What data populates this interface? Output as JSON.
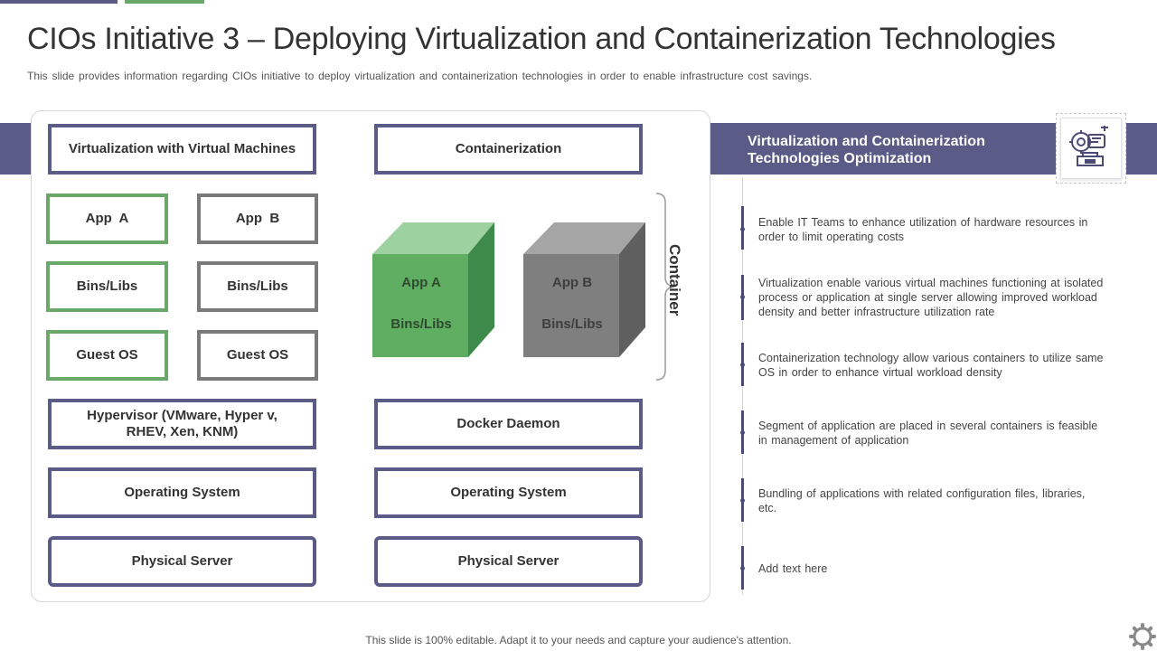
{
  "slide": {
    "title": "CIOs Initiative 3 – Deploying Virtualization and Containerization Technologies",
    "subtitle": "This slide provides information regarding CIOs initiative to deploy virtualization and containerization technologies in order to enable infrastructure cost savings.",
    "footer": "This slide is 100% editable. Adapt it to your needs and capture your audience's attention."
  },
  "colors": {
    "navy": "#5a5b86",
    "green": "#6aa86a",
    "gray": "#7a7a7a"
  },
  "vm": {
    "heading": "Virtualization with Virtual Machines",
    "app_a": "App  A",
    "app_b": "App  B",
    "bins_a": "Bins/Libs",
    "bins_b": "Bins/Libs",
    "guest_a": "Guest OS",
    "guest_b": "Guest OS",
    "hypervisor": "Hypervisor (VMware, Hyper v, RHEV, Xen, KNM)",
    "os": "Operating System",
    "server": "Physical Server"
  },
  "containers": {
    "heading": "Containerization",
    "cube_a_app": "App  A",
    "cube_a_bins": "Bins/Libs",
    "cube_b_app": "App  B",
    "cube_b_bins": "Bins/Libs",
    "container_label": "Container",
    "docker": "Docker Daemon",
    "os": "Operating System",
    "server": "Physical Server"
  },
  "optimization": {
    "heading": "Virtualization and Containerization Technologies Optimization",
    "icon": "robot-gear-icon",
    "items": [
      "Enable IT Teams to enhance utilization of hardware resources in order to limit operating costs",
      "Virtualization enable various virtual machines functioning at isolated process or application at single server allowing improved workload density and better infrastructure utilization rate",
      "Containerization technology allow various containers to utilize same OS in order to enhance virtual workload density",
      "Segment of application are placed in several containers is feasible in management of application",
      "Bundling of applications with related configuration files, libraries, etc.",
      "Add text here"
    ]
  }
}
